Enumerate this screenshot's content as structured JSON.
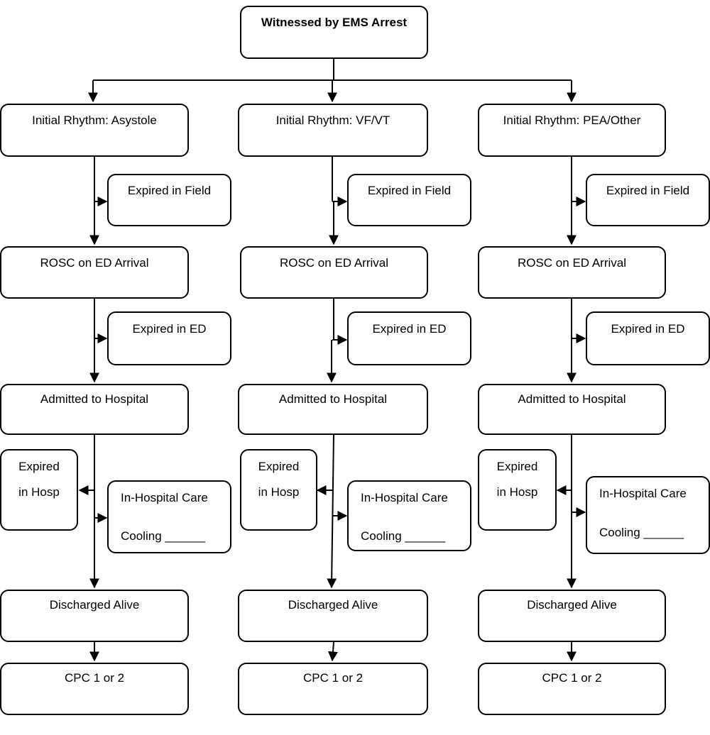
{
  "diagram": {
    "root": "Witnessed by EMS Arrest",
    "columns": [
      {
        "rhythm": "Initial Rhythm: Asystole",
        "expired_field": "Expired in Field",
        "rosc": "ROSC on ED Arrival",
        "expired_ed": "Expired in ED",
        "admitted": "Admitted to Hospital",
        "expired_hosp_line1": "Expired",
        "expired_hosp_line2": "in Hosp",
        "care_title": "In-Hospital Care",
        "cooling": "Cooling ______",
        "discharged": "Discharged Alive",
        "cpc": "CPC 1 or 2"
      },
      {
        "rhythm": "Initial Rhythm: VF/VT",
        "expired_field": "Expired in Field",
        "rosc": "ROSC on ED Arrival",
        "expired_ed": "Expired in ED",
        "admitted": "Admitted to Hospital",
        "expired_hosp_line1": "Expired",
        "expired_hosp_line2": "in Hosp",
        "care_title": "In-Hospital Care",
        "cooling": "Cooling ______",
        "discharged": "Discharged Alive",
        "cpc": "CPC 1 or 2"
      },
      {
        "rhythm": "Initial Rhythm: PEA/Other",
        "expired_field": "Expired in Field",
        "rosc": "ROSC on ED Arrival",
        "expired_ed": "Expired in ED",
        "admitted": "Admitted to Hospital",
        "expired_hosp_line1": "Expired",
        "expired_hosp_line2": "in Hosp",
        "care_title": "In-Hospital Care",
        "cooling": "Cooling ______",
        "discharged": "Discharged Alive",
        "cpc": "CPC 1 or 2"
      }
    ]
  }
}
